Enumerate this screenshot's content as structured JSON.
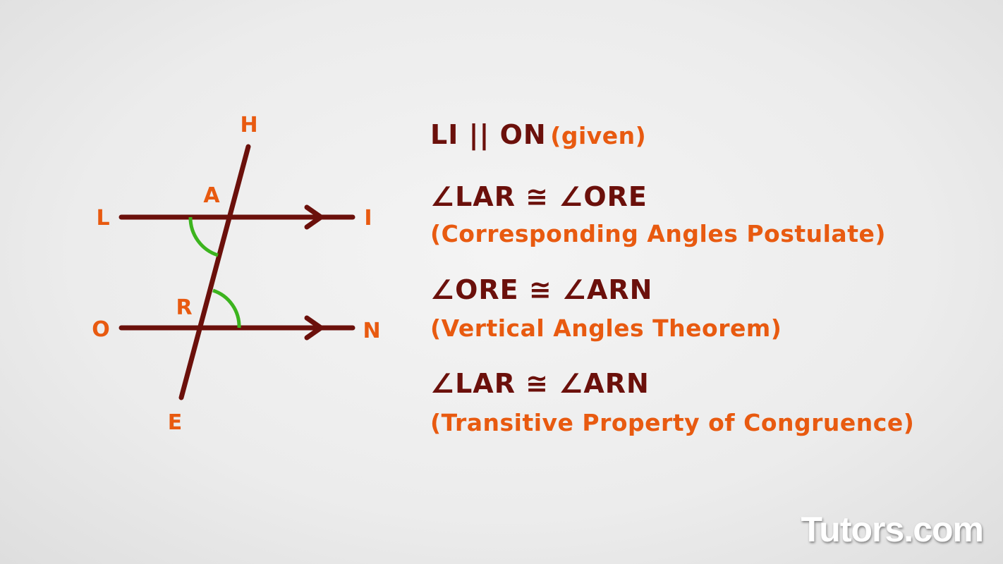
{
  "colors": {
    "line": "#6b100b",
    "label": "#e85a10",
    "arc": "#3cb41e",
    "background": "#ececec"
  },
  "diagram": {
    "points": {
      "H": "H",
      "A": "A",
      "L": "L",
      "I": "I",
      "R": "R",
      "O": "O",
      "N": "N",
      "E": "E"
    }
  },
  "proof": [
    {
      "statement": "LI || ON",
      "reason": "(given)"
    },
    {
      "statement": "∠LAR ≅ ∠ORE",
      "reason": "(Corresponding Angles Postulate)"
    },
    {
      "statement": "∠ORE ≅ ∠ARN",
      "reason": "(Vertical Angles Theorem)"
    },
    {
      "statement": "∠LAR ≅ ∠ARN",
      "reason": "(Transitive Property of Congruence)"
    }
  ],
  "watermark": "Tutors.com"
}
